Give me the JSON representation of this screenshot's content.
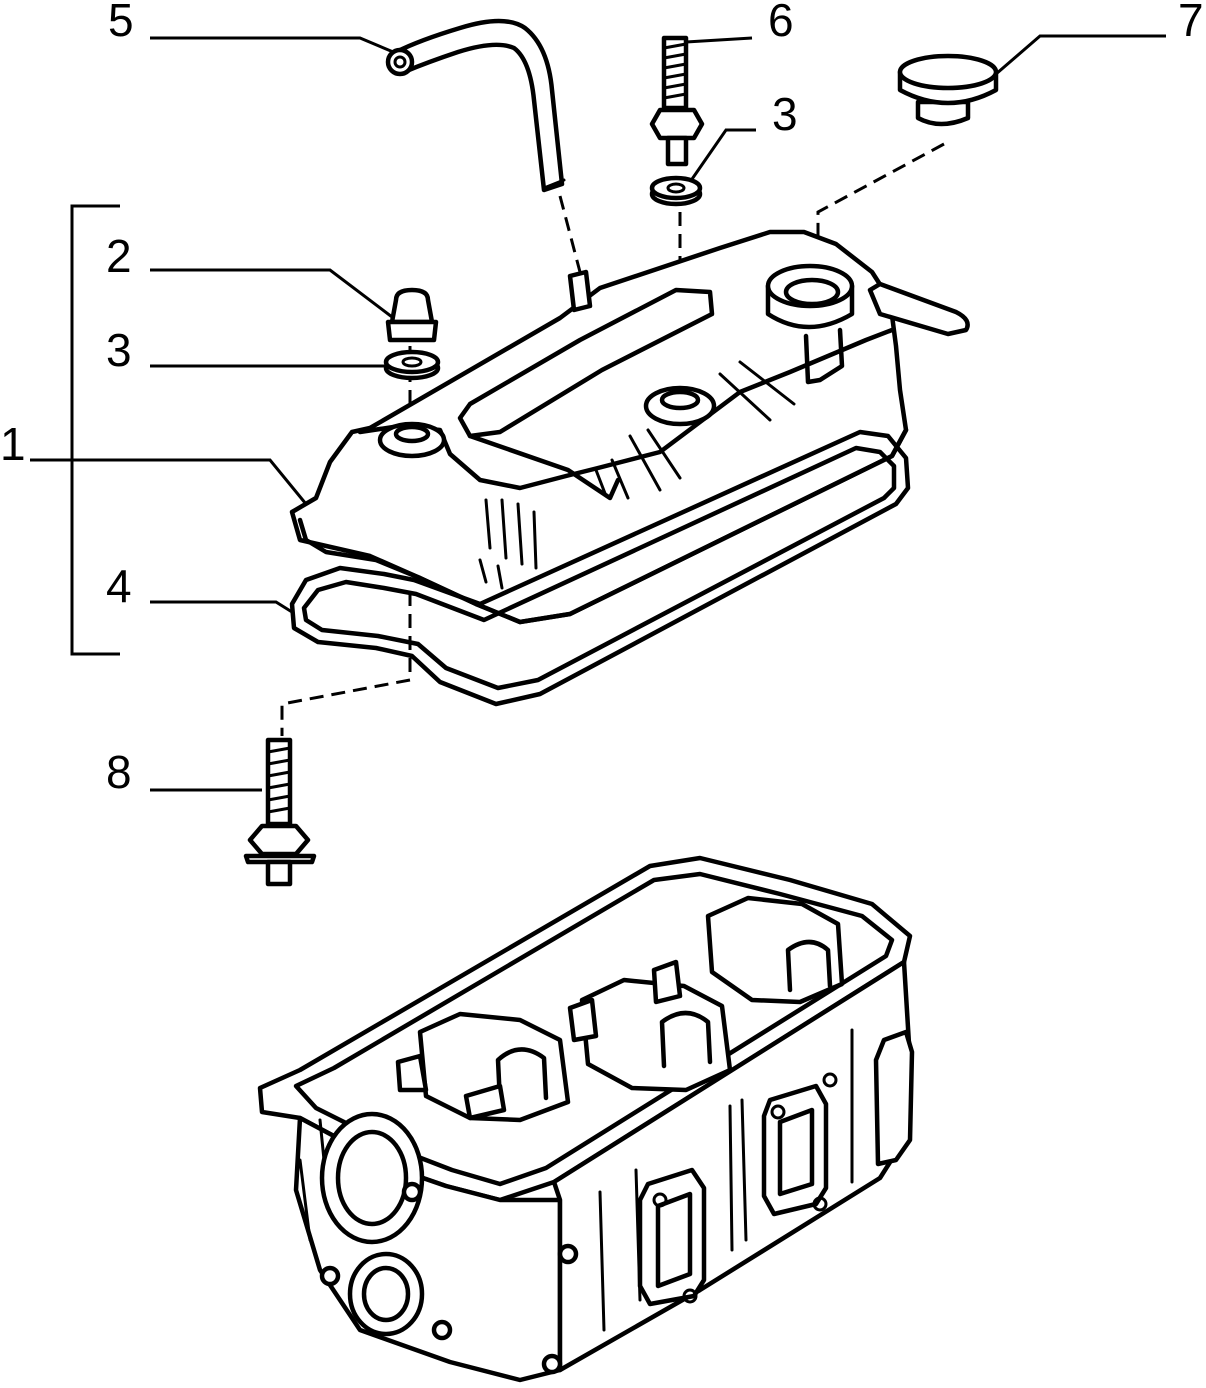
{
  "diagram": {
    "callouts": [
      {
        "id": "c1",
        "label": "1"
      },
      {
        "id": "c2",
        "label": "2"
      },
      {
        "id": "c3a",
        "label": "3"
      },
      {
        "id": "c3b",
        "label": "3"
      },
      {
        "id": "c4",
        "label": "4"
      },
      {
        "id": "c5",
        "label": "5"
      },
      {
        "id": "c6",
        "label": "6"
      },
      {
        "id": "c7",
        "label": "7"
      },
      {
        "id": "c8",
        "label": "8"
      }
    ]
  }
}
